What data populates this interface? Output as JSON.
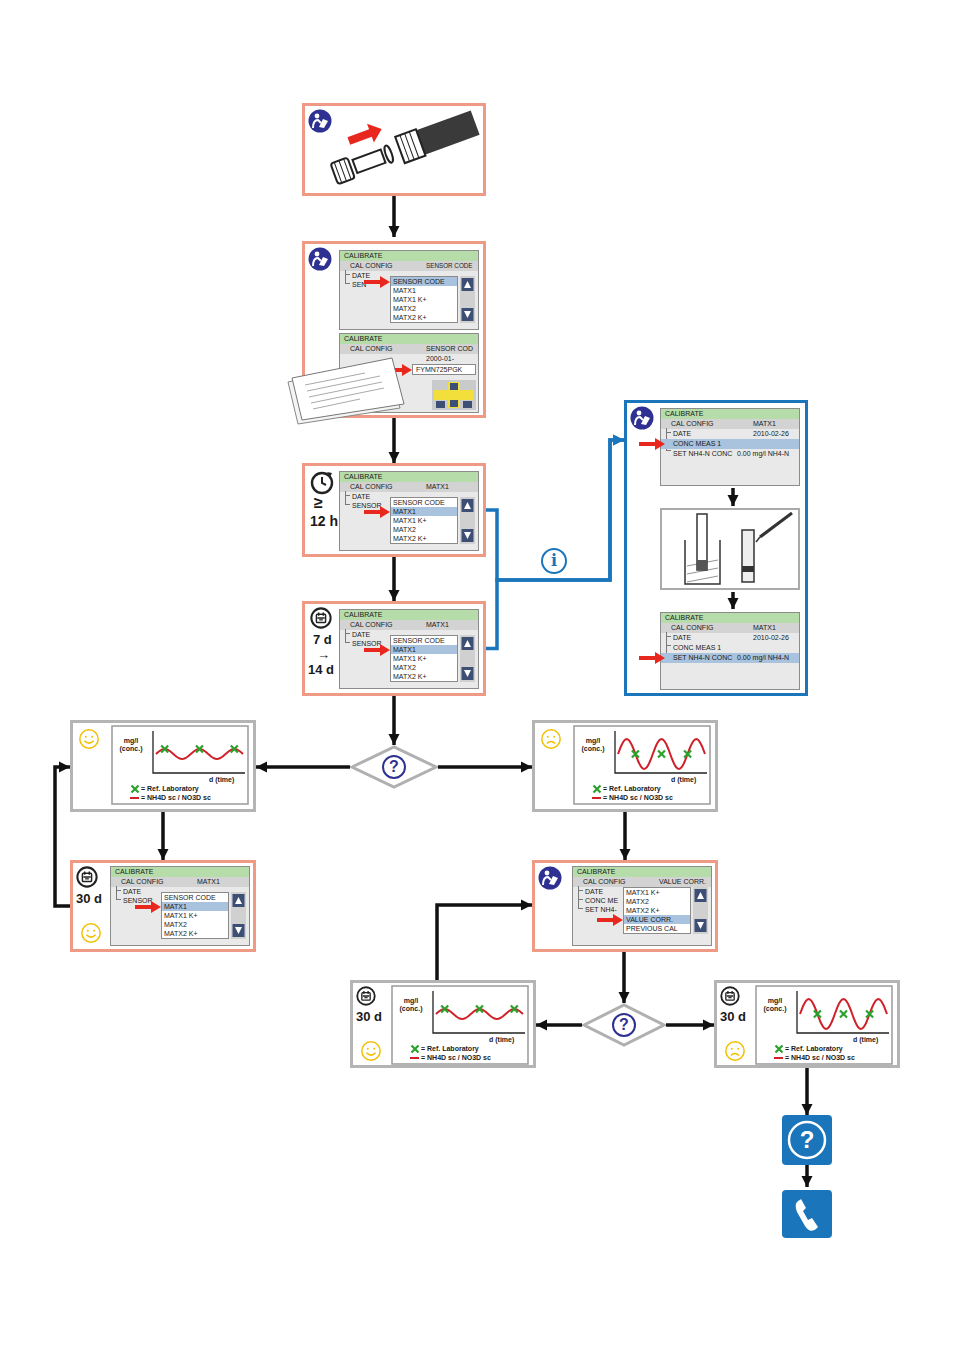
{
  "diagram": {
    "nodes": [
      {
        "text": []
      },
      {
        "text": [
          "CALIBRATE",
          "CAL CONFIG",
          "SENSOR CODE",
          "DATE",
          "SEN",
          "SENSOR CODE",
          "MATX1",
          "MATX1 K+",
          "MATX2",
          "MATX2 K+"
        ],
        "in": 0
      },
      {
        "text": [
          "CALIBRATE",
          "CAL CONFIG",
          "SENSOR COD",
          "2000-01-",
          "FYMN725PGK"
        ],
        "in": 0
      },
      {
        "text": [
          "≥",
          "12 h"
        ]
      },
      {
        "text": [
          "CALIBRATE",
          "CAL CONFIG",
          "MATX1",
          "DATE",
          "SENSOR",
          "SENSOR CODE",
          "MATX1",
          "MATX1 K+",
          "MATX2",
          "MATX2 K+"
        ],
        "in": 3
      },
      {
        "text": []
      },
      {
        "text": [
          "CALIBRATE",
          "CAL CONFIG",
          "MATX1",
          "DATE",
          "2010-02-26",
          "CONC MEAS 1",
          "SET NH4-N CONC",
          "0.00 mg/l NH4-N"
        ],
        "in": 5
      },
      {
        "text": [
          "CALIBRATE",
          "CAL CONFIG",
          "MATX1",
          "DATE",
          "2010-02-26",
          "CONC MEAS 1",
          "SET NH4-N CONC",
          "0.00 mg/l NH4-N"
        ],
        "in": 5
      },
      {
        "text": [
          "7 d",
          "→",
          "14 d"
        ]
      },
      {
        "text": [
          "CALIBRATE",
          "CAL CONFIG",
          "MATX1",
          "DATE",
          "SENSOR",
          "SENSOR CODE",
          "MATX1",
          "MATX1 K+",
          "MATX2",
          "MATX2 K+"
        ],
        "in": 8
      },
      {
        "text": [
          "?"
        ]
      },
      {
        "text": [
          "mg/l (conc.)",
          "d (time)"
        ]
      },
      {
        "text": [
          "mg/l (conc.)",
          "d (time)"
        ]
      },
      {
        "text": [
          "30 d"
        ]
      },
      {
        "text": [
          "CALIBRATE",
          "CAL CONFIG",
          "MATX1",
          "DATE",
          "SENSOR",
          "SENSOR CODE",
          "MATX1",
          "MATX1 K+",
          "MATX2",
          "MATX2 K+"
        ],
        "in": 13
      },
      {
        "text": []
      },
      {
        "text": [
          "CALIBRATE",
          "CAL CONFIG",
          "VALUE CORR.",
          "DATE",
          "CONC ME",
          "SET NH4-",
          "MATX1 K+",
          "MATX2",
          "MATX2 K+",
          "VALUE CORR.",
          "PREVIOUS CAL"
        ],
        "in": 15
      },
      {
        "text": [
          "?"
        ]
      },
      {
        "text": [
          "30 d",
          "mg/l (conc.)",
          "d (time)"
        ]
      },
      {
        "text": [
          "30 d",
          "mg/l (conc.)",
          "d (time)"
        ]
      },
      {
        "text": [
          "?"
        ]
      }
    ],
    "edges": [
      {
        "from": 0,
        "to": 3,
        "arrow": "to"
      },
      {
        "from": 3,
        "to": 8,
        "arrow": "to"
      },
      {
        "from": 3,
        "to": 5,
        "arrow": "to"
      },
      {
        "from": 8,
        "to": 5,
        "arrow": "to"
      },
      {
        "from": 8,
        "to": 10,
        "arrow": "to"
      },
      {
        "from": 10,
        "to": 11,
        "arrow": "to"
      },
      {
        "from": 10,
        "to": 12,
        "arrow": "to"
      },
      {
        "from": 11,
        "to": 13,
        "arrow": "to"
      },
      {
        "from": 13,
        "to": 11,
        "arrow": "to"
      },
      {
        "from": 12,
        "to": 15,
        "arrow": "to"
      },
      {
        "from": 15,
        "to": 17,
        "arrow": "to"
      },
      {
        "from": 17,
        "to": 18,
        "arrow": "to"
      },
      {
        "from": 18,
        "to": 15,
        "arrow": "to"
      },
      {
        "from": 17,
        "to": 19,
        "arrow": "to"
      },
      {
        "from": 19,
        "to": 20,
        "arrow": "to"
      }
    ],
    "labels": [
      "i"
    ],
    "legend": [
      {
        "text": "= Ref. Laboratory"
      },
      {
        "text": "= NH4D sc / NO3D sc"
      },
      {
        "text": "= Ref. Laboratory"
      },
      {
        "text": "= NH4D sc / NO3D sc"
      },
      {
        "text": "= Ref. Laboratory"
      },
      {
        "text": "= NH4D sc / NO3D sc"
      },
      {
        "text": "= Ref. Laboratory"
      },
      {
        "text": "= NH4D sc / NO3D sc"
      }
    ]
  }
}
